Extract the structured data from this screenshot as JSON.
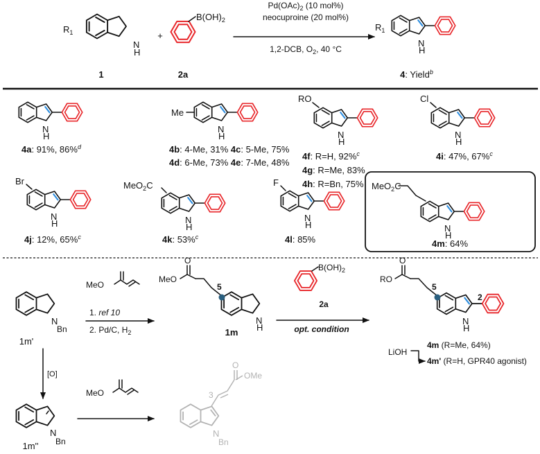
{
  "reaction": {
    "reagent_1": "1",
    "reagent_2": "2a",
    "plus": "+",
    "boron": "B(OH)",
    "boron_sub": "2",
    "r1": "R",
    "r1_sub": "1",
    "nh": "N",
    "h": "H",
    "cond_1": "Pd(OAc)",
    "cond_1_sub": "2",
    "cond_1_tail": " (10 mol%)",
    "cond_2": "neocuproine (20 mol%)",
    "cond_3": "1,2-DCB, O",
    "cond_3_sub": "2",
    "cond_3_tail": ", 40 °C",
    "product": "4",
    "product_tail": ": Yield",
    "product_sup": "b"
  },
  "products": {
    "p4a": {
      "id": "4a",
      "text": ": 91%, 86%",
      "sup": "d"
    },
    "p4b": {
      "id": "4b",
      "text": ": 4-Me, 31% "
    },
    "p4c": {
      "id": "4c",
      "text": ": 5-Me, 75%"
    },
    "p4d": {
      "id": "4d",
      "text": ": 6-Me, 73% "
    },
    "p4e": {
      "id": "4e",
      "text": ": 7-Me, 48%"
    },
    "me_sub": "Me",
    "p4f": {
      "id": "4f",
      "text": ": R=H, 92%",
      "sup": "c"
    },
    "p4g": {
      "id": "4g",
      "text": ": R=Me, 83%"
    },
    "p4h": {
      "id": "4h",
      "text": ": R=Bn, 75%"
    },
    "ro_sub": "RO",
    "p4i": {
      "id": "4i",
      "text": ":  47%, 67%",
      "sup": "c"
    },
    "cl_sub": "Cl",
    "p4j": {
      "id": "4j",
      "text": ": 12%, 65%",
      "sup": "c"
    },
    "br_sub": "Br",
    "p4k": {
      "id": "4k",
      "text": ": 53%",
      "sup": "c"
    },
    "meo2c_sub": "MeO",
    "meo2c_sub2": "2",
    "meo2c_tail": "C",
    "p4l": {
      "id": "4l",
      "text": ":  85%"
    },
    "f_sub": "F",
    "p4m": {
      "id": "4m",
      "text": ": 64%"
    }
  },
  "synthesis": {
    "sm": "1m'",
    "sm_bn": "Bn",
    "acrylate_label": "MeO",
    "step_1": "1. ",
    "step_1_ref": "ref 10",
    "step_2": "2. Pd/C, H",
    "step_2_sub": "2",
    "int_id": "1m",
    "int_meo": "MeO",
    "pos5": "5",
    "reagent": "2a",
    "boron": "B(OH)",
    "boron_sub": "2",
    "opt": "opt. condition",
    "prod_ro": "RO",
    "pos2": "2",
    "lioh": "LiOH",
    "prod_4m": "4m",
    "prod_4m_text": " (R=Me, 64%)",
    "prod_4mp": "4m'",
    "prod_4mp_text": " (R=H, GPR40 agonist)",
    "oxid": "[O]",
    "indole": "1m''",
    "side_ome": "OMe",
    "side_pos3": "3",
    "side_bn": "Bn"
  },
  "colors": {
    "aryl": "#e8262a",
    "new_bond": "#2f8fe0",
    "site": "#2a5f7f",
    "side_product": "#b3b3b3"
  }
}
